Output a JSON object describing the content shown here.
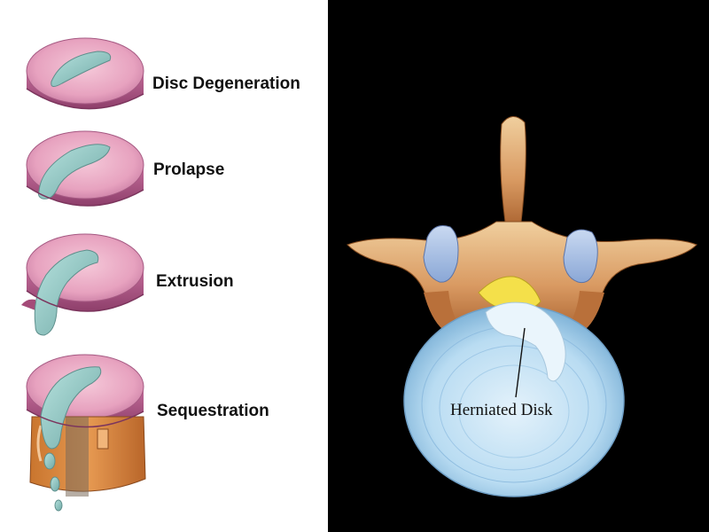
{
  "stages": [
    {
      "label": "Disc Degeneration"
    },
    {
      "label": "Prolapse"
    },
    {
      "label": "Extrusion"
    },
    {
      "label": "Sequestration"
    }
  ],
  "vertebra": {
    "callout": "Herniated Disk"
  },
  "colors": {
    "disc_top": "#e9a6c2",
    "disc_side": "#b9608f",
    "nucleus": "#8fc9c4",
    "bone": "#d99a62",
    "bone_light": "#efcf9c",
    "spinal_canal": "#f4e04a",
    "disk_body": "#b9dcf2",
    "background_right": "#000000"
  }
}
